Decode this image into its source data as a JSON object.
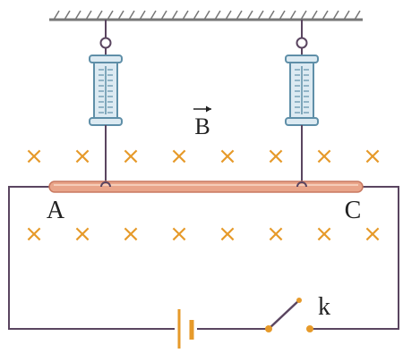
{
  "labels": {
    "field_symbol": "B",
    "point_a": "A",
    "point_c": "C",
    "switch": "k"
  },
  "field": {
    "symbol": "×",
    "direction": "into-page"
  },
  "colors": {
    "wire": "#5a4560",
    "rod_fill": "#e9a58a",
    "rod_edge": "#c87860",
    "field_cross": "#e69a2a",
    "spring_fill": "#dceaf2",
    "spring_edge": "#5f8fa8",
    "battery": "#e69a2a",
    "switch_contact": "#e69a2a",
    "ceiling": "#777777",
    "text": "#222222"
  },
  "icons": {
    "ceiling": "ceiling-hatch-icon",
    "spring_balance": "spring-balance-icon",
    "battery": "battery-icon",
    "switch": "open-switch-icon"
  }
}
